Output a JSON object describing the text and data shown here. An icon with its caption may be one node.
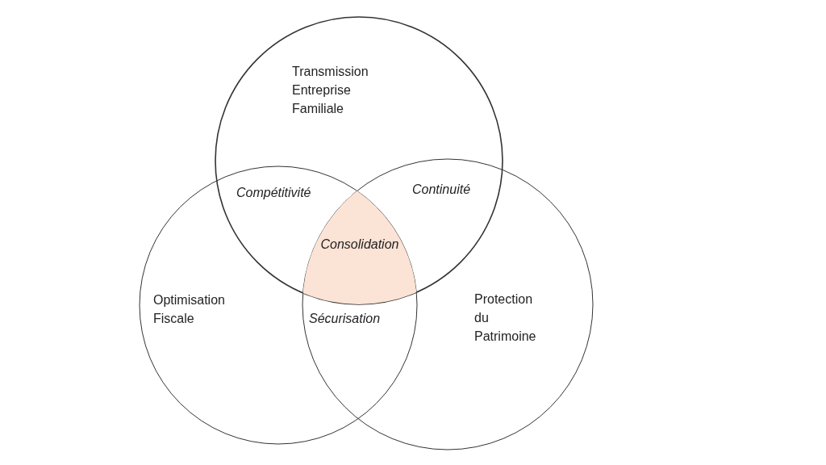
{
  "diagram": {
    "nodes": [
      {
        "text": [
          "Transmission Entreprise Familiale"
        ]
      },
      {
        "text": [
          "Optimisation Fiscale"
        ]
      },
      {
        "text": [
          "Protection du Patrimoine"
        ]
      },
      {
        "text": [
          "Consolidation"
        ]
      }
    ],
    "labels": [
      "Compétitivité",
      "Continuité",
      "Sécurisation"
    ]
  }
}
